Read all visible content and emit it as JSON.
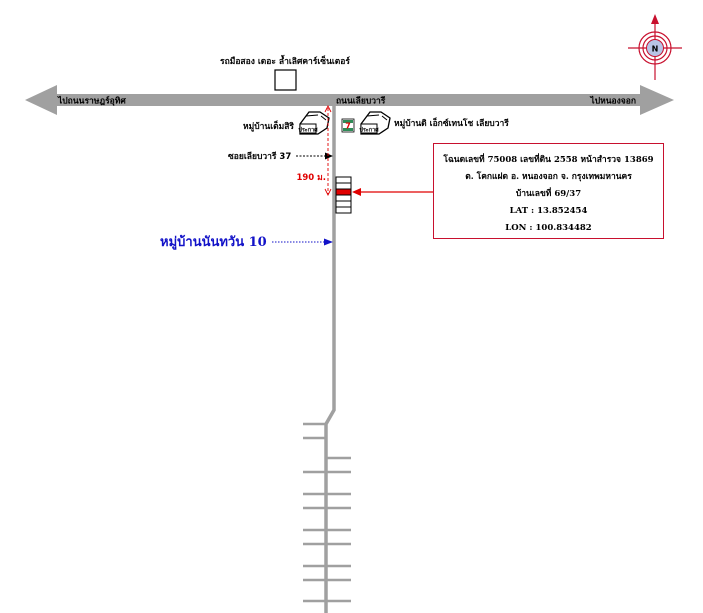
{
  "labels": {
    "landmark_top": "รถมือสอง เดอะ ลํ้าเลิศคาร์เซ็นเตอร์",
    "road_left": "ไปถนนราษฎร์อุทิศ",
    "road_center": "ถนนเลียบวารี",
    "road_right": "ไปหนองจอก",
    "village_left": "หมู่บ้านเต็มสิริ",
    "village_right": "หมู่บ้านดิ เอ็กซ์เทนโช เลียบวารี",
    "soi": "ซอยเลียบวารี 37",
    "distance": "190 ม.",
    "village_blue": "หมู่บ้านนันทวัน 10",
    "sign_text": "ประกาศ",
    "seven_eleven": "7",
    "compass": "N"
  },
  "info": {
    "line1": "โฉนดเลขที่ 75008 เลขที่ดิน 2558 หน้าสำรวจ 13869",
    "line2": "ต. โคกแฝด อ. หนองจอก จ. กรุงเทพมหานคร",
    "line3": "บ้านเลขที่ 69/37",
    "line4": "LAT : 13.852454",
    "line5": "LON : 100.834482"
  },
  "colors": {
    "road": "#a0a0a0",
    "marker": "#e00000",
    "arrow_red": "#e00000",
    "blue": "#1212c8",
    "box_border": "#c8102e"
  }
}
